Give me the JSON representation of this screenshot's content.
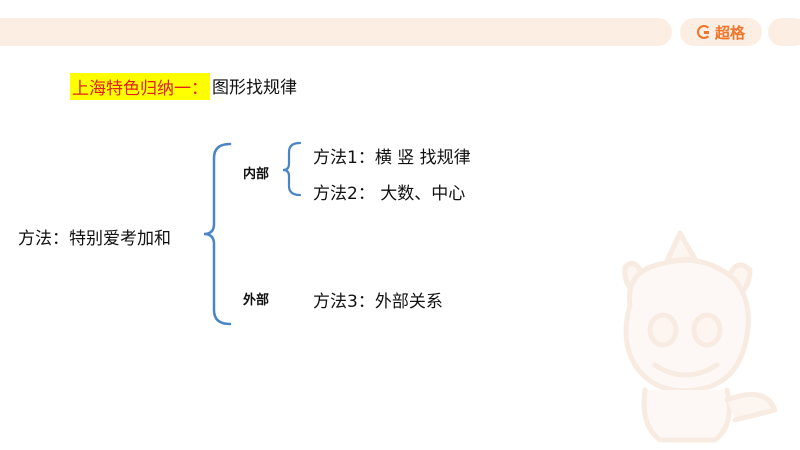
{
  "header": {
    "brand": "超格"
  },
  "heading": {
    "highlight": "上海特色归纳一：",
    "rest": "图形找规律"
  },
  "diagram": {
    "root": "方法：特别爱考加和",
    "inner": {
      "label": "内部",
      "methods": [
        "方法1：横 竖 找规律",
        "方法2： 大数、中心"
      ]
    },
    "outer": {
      "label": "外部",
      "methods": [
        "方法3：外部关系"
      ]
    }
  },
  "colors": {
    "accent": "#f0742a",
    "brace": "#4a86c5",
    "highlight": "#ffff00",
    "highlight_text": "#e0201e"
  }
}
